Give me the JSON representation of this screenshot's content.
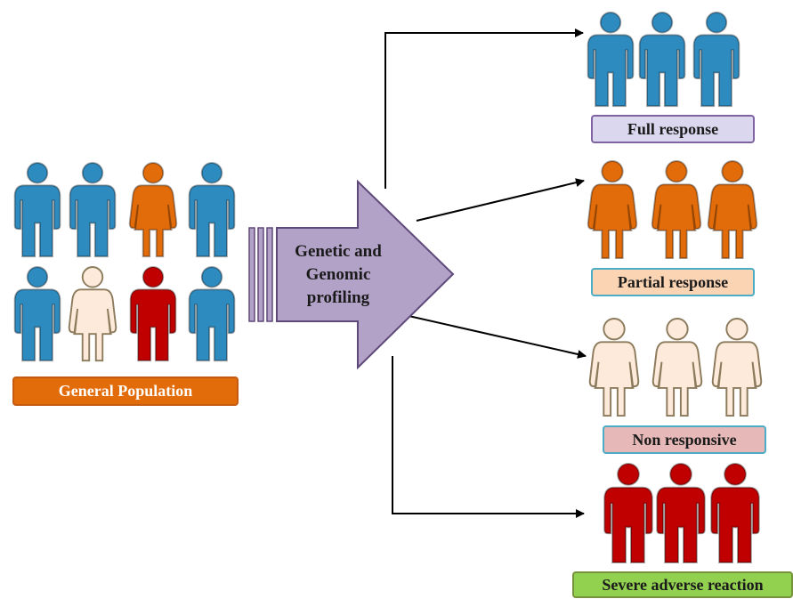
{
  "process_label": "Genetic and\nGenomic\nprofiling",
  "labels": {
    "general_population": "General Population",
    "full_response": "Full response",
    "partial_response": "Partial response",
    "non_responsive": "Non responsive",
    "severe_adverse_reaction": "Severe adverse reaction"
  },
  "colors": {
    "blue": "#2e8bc0",
    "orange": "#e36c0a",
    "cream": "#fdeada",
    "red": "#c00000",
    "arrow_fill": "#b3a2c7",
    "arrow_stroke": "#5f497a"
  },
  "icons": {
    "general": [
      "blue-person-icon",
      "blue-person-icon",
      "orange-person-icon",
      "blue-person-icon",
      "blue-person-icon",
      "cream-person-icon",
      "red-person-icon",
      "blue-person-icon"
    ],
    "full": [
      "blue-person-icon",
      "blue-person-icon",
      "blue-person-icon"
    ],
    "partial": [
      "orange-person-icon",
      "orange-person-icon",
      "orange-person-icon"
    ],
    "non": [
      "cream-person-icon",
      "cream-person-icon",
      "cream-person-icon"
    ],
    "severe": [
      "red-person-icon",
      "red-person-icon",
      "red-person-icon"
    ]
  }
}
